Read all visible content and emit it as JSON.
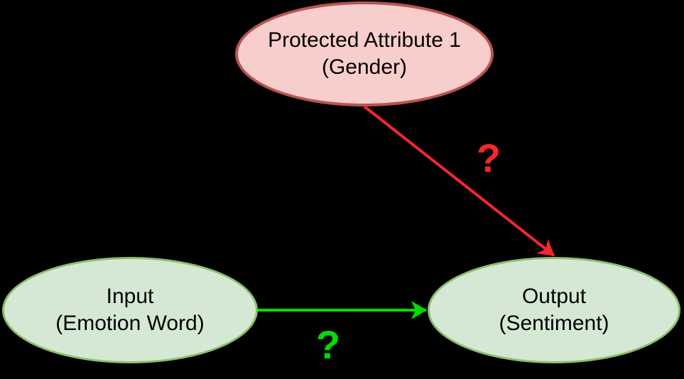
{
  "canvas": {
    "background": "#000000"
  },
  "nodes": {
    "protected": {
      "line1": "Protected Attribute 1",
      "line2": "(Gender)",
      "fill": "#f8cecc",
      "stroke": "#b85450",
      "text_color": "#000000"
    },
    "input": {
      "line1": "Input",
      "line2": "(Emotion Word)",
      "fill": "#d5e8d4",
      "stroke": "#8cbe6e",
      "text_color": "#000000"
    },
    "output": {
      "line1": "Output",
      "line2": "(Sentiment)",
      "fill": "#d5e8d4",
      "stroke": "#8cbe6e",
      "text_color": "#000000"
    }
  },
  "edges": {
    "protected_to_output": {
      "label": "?",
      "color": "#f5262d",
      "description": "red arrow from Protected Attribute 1 to Output"
    },
    "input_to_output": {
      "label": "?",
      "color": "#00dd00",
      "description": "green arrow from Input to Output"
    }
  }
}
